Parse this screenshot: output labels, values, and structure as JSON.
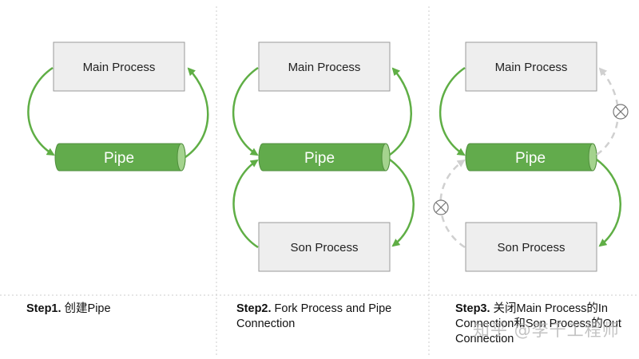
{
  "colors": {
    "pipe_fill": "#62ab4c",
    "pipe_end": "#a4d38e",
    "arrow": "#5fae45",
    "closed_arrow": "#d0d0d0",
    "box_fill": "#eeeeee",
    "box_border": "#9a9a9a",
    "divider": "#cccccc"
  },
  "steps": [
    {
      "main_process": "Main Process",
      "pipe": "Pipe",
      "caption_bold": "Step1.",
      "caption_text": " 创建Pipe"
    },
    {
      "main_process": "Main Process",
      "pipe": "Pipe",
      "son_process": "Son Process",
      "caption_bold": "Step2.",
      "caption_text": " Fork Process and Pipe Connection"
    },
    {
      "main_process": "Main Process",
      "pipe": "Pipe",
      "son_process": "Son Process",
      "caption_bold": "Step3.",
      "caption_text": " 关闭Main Process的In Connection和Son Process的Out Connection",
      "closed_icon": "circle-cross-icon"
    }
  ],
  "watermark": "知乎 @李千工程师"
}
